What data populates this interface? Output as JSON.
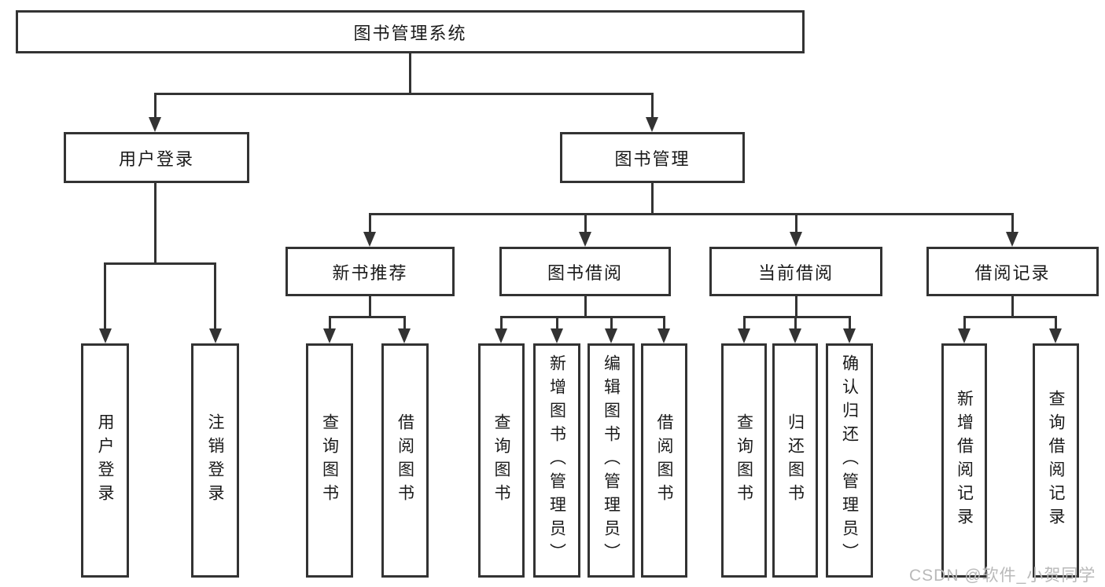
{
  "diagram": {
    "root": "图书管理系统",
    "level2": {
      "user_login": "用户登录",
      "book_management": "图书管理"
    },
    "level3": {
      "new_book_recommend": "新书推荐",
      "book_borrowing": "图书借阅",
      "current_borrowing": "当前借阅",
      "borrowing_records": "借阅记录"
    },
    "leaves": {
      "user_login": "用户登录",
      "logout": "注销登录",
      "recommend_query_books": "查询图书",
      "recommend_borrow_books": "借阅图书",
      "borrowing_query_books": "查询图书",
      "borrowing_add_book_admin": "新增图书（管理员）",
      "borrowing_edit_book_admin": "编辑图书（管理员）",
      "borrowing_borrow_books": "借阅图书",
      "current_query_books": "查询图书",
      "current_return_book": "归还图书",
      "current_confirm_return_admin": "确认归还（管理员）",
      "records_add_record": "新增借阅记录",
      "records_query_record": "查询借阅记录"
    }
  },
  "watermark": {
    "text": "CSDN @软件_小贺同学"
  },
  "colors": {
    "line": "#333333",
    "text": "#1a1a1a",
    "watermark": "#b9b9b9",
    "background": "#ffffff"
  }
}
